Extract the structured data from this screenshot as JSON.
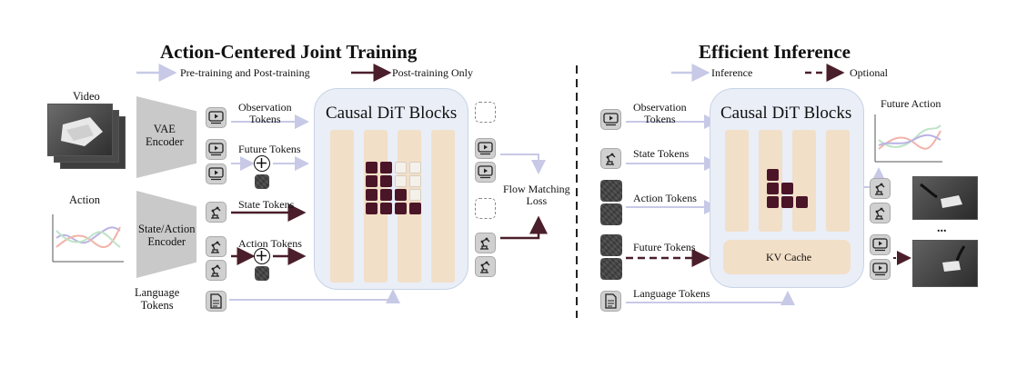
{
  "left": {
    "title": "Action-Centered Joint Training",
    "legend_pre": "Pre-training  and Post-training",
    "legend_post": "Post-training Only",
    "video_label": "Video",
    "action_label": "Action",
    "vae_label": "VAE\nEncoder",
    "sa_label": "State/Action\nEncoder",
    "language_label": "Language\nTokens",
    "obs_tokens": "Observation\nTokens",
    "future_tokens": "Future Tokens",
    "state_tokens": "State Tokens",
    "action_tokens": "Action Tokens",
    "dit_title": "Causal DiT Blocks",
    "loss_label": "Flow Matching\nLoss"
  },
  "right": {
    "title": "Efficient Inference",
    "legend_inference": "Inference",
    "legend_optional": "Optional",
    "obs_tokens": "Observation\nTokens",
    "state_tokens": "State Tokens",
    "action_tokens": "Action Tokens",
    "future_tokens": "Future Tokens",
    "language_tokens": "Language Tokens",
    "dit_title": "Causal DiT Blocks",
    "kv_cache": "KV Cache",
    "future_action": "Future Action",
    "dots": "..."
  },
  "colors": {
    "arrow_light": "#c7c9e6",
    "arrow_dark": "#4a1e2a",
    "panel_bg": "#e9eef7",
    "column": "#f2dfc7",
    "cell_dark": "#4b1528",
    "cell_light": "#f4f0ea"
  },
  "icons": [
    "video-icon",
    "robot-arm-icon",
    "document-icon"
  ]
}
